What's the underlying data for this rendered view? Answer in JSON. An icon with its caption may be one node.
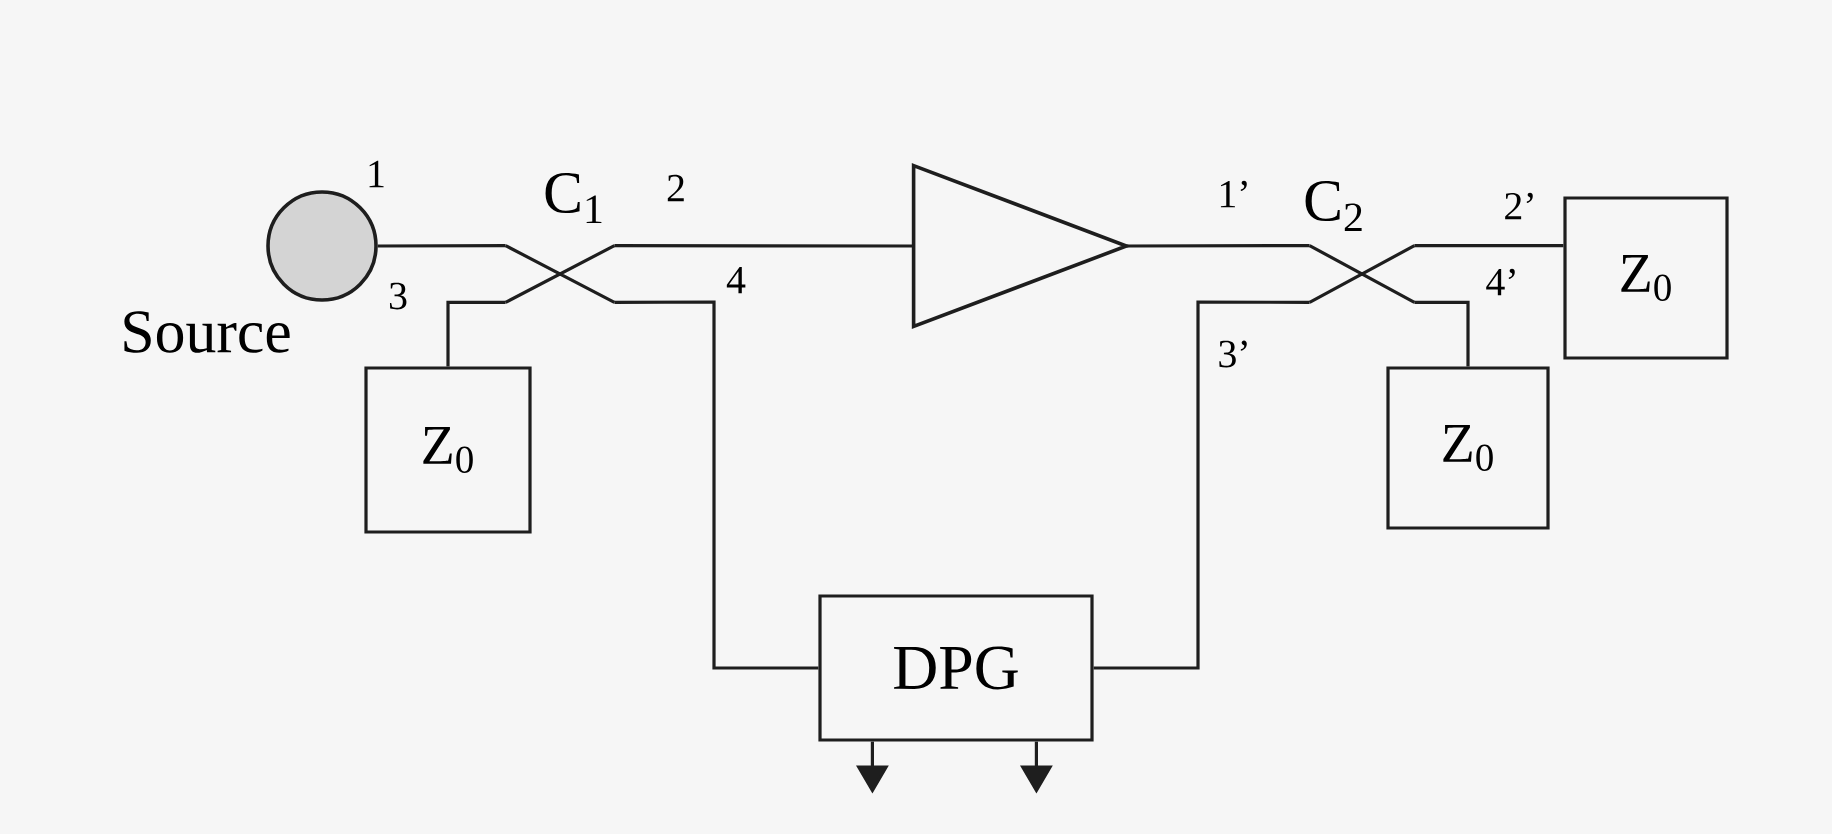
{
  "diagram": {
    "nodes": [
      {
        "text": [],
        "shape": "circle",
        "beside": [
          "Source"
        ]
      },
      {
        "text": [
          "C$_{1}$"
        ]
      },
      {
        "text": [],
        "shape": "triangle"
      },
      {
        "text": [
          "C$_{2}$"
        ]
      },
      {
        "text": [
          "Z$_{0}$"
        ]
      },
      {
        "text": [
          "Z$_{0}$"
        ]
      },
      {
        "text": [
          "Z$_{0}$"
        ]
      },
      {
        "text": [
          "DPG"
        ]
      }
    ],
    "edges": [
      {
        "from": 0,
        "to": 1,
        "arrow": "none"
      },
      {
        "from": 1,
        "to": 2,
        "arrow": "none"
      },
      {
        "from": 1,
        "to": 5,
        "arrow": "none"
      },
      {
        "from": 1,
        "to": 7,
        "arrow": "none"
      },
      {
        "from": 2,
        "to": 3,
        "arrow": "none"
      },
      {
        "from": 3,
        "to": 4,
        "arrow": "none"
      },
      {
        "from": 3,
        "to": 6,
        "arrow": "none"
      },
      {
        "from": 3,
        "to": 7,
        "arrow": "none"
      },
      {
        "from": 7,
        "to": null,
        "arrow": "to"
      },
      {
        "from": 7,
        "to": null,
        "arrow": "to"
      }
    ],
    "labels": [
      "1",
      "2",
      "1’",
      "2’",
      "3",
      "4",
      "4’",
      "3’"
    ]
  }
}
